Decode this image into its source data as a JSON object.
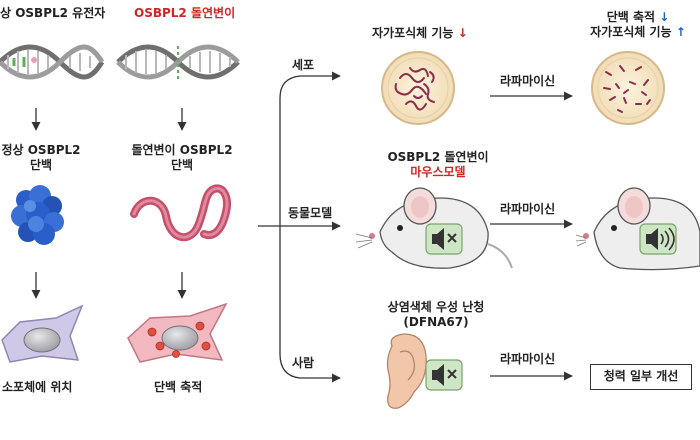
{
  "left": {
    "normal_gene": "상 OSBPL2 유전자",
    "mutation_gene": "OSBPL2 돌연변이",
    "normal_protein_l1": "정상 OSBPL2",
    "normal_protein_l2": "단백",
    "mutant_protein_l1": "돌연변이 OSBPL2",
    "mutant_protein_l2": "단백",
    "normal_cell": "소포체에 위치",
    "mutant_cell": "단백 축적"
  },
  "branches": {
    "cell": "세포",
    "animal": "동물모델",
    "human": "사람"
  },
  "right": {
    "autophagy_down_text": "자가포식체 기능",
    "autophagy_down_arrow": "↓",
    "rapamycin_1": "라파마이신",
    "rapamycin_2": "라파마이신",
    "rapamycin_3": "라파마이신",
    "after_l1_text": "단백 축적",
    "after_l1_arrow": "↓",
    "after_l2_text": "자가포식체 기능",
    "after_l2_arrow": "↑",
    "mouse_title_l1": "OSBPL2 돌연변이",
    "mouse_title_l2": "마우스모델",
    "human_title_l1": "상염색체 우성 난청",
    "human_title_l2": "(DFNA67)",
    "result_box": "청력 일부 개선"
  },
  "colors": {
    "accent_red": "#d22424",
    "accent_blue": "#1f5fbf",
    "protein_blue": "#2a5fc9",
    "worm_pink": "#c4506a",
    "cell_purple": "#bcb3d9",
    "cell_pink": "#f2b9c0",
    "dish_fill": "#f7e7c7",
    "skin": "#f2c6a8"
  }
}
